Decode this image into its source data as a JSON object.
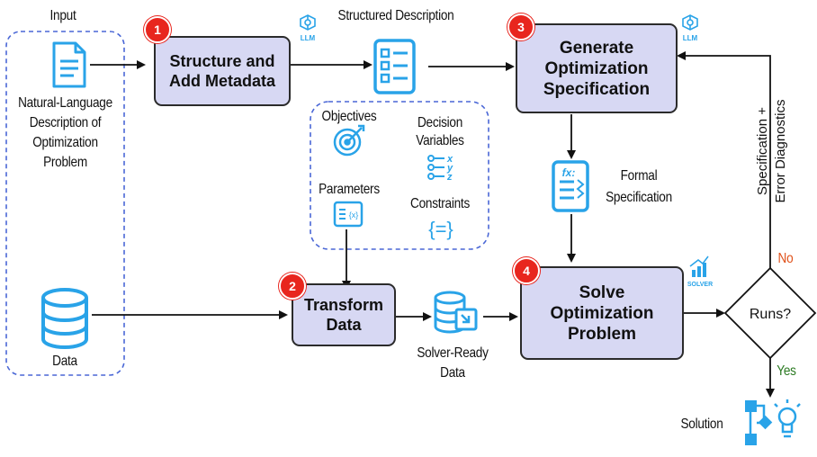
{
  "labels": {
    "input": "Input",
    "nl_description": [
      "Natural-Language",
      "Description of",
      "Optimization",
      "Problem"
    ],
    "data": "Data",
    "structured_description": "Structured Description",
    "objectives": "Objectives",
    "decision_variables": [
      "Decision",
      "Variables"
    ],
    "parameters": "Parameters",
    "constraints": "Constraints",
    "formal_specification": [
      "Formal",
      "Specification"
    ],
    "solver_ready_data": [
      "Solver-Ready",
      "Data"
    ],
    "feedback": [
      "Specification  +",
      "Error Diagnostics"
    ],
    "no": "No",
    "yes": "Yes",
    "solution": "Solution",
    "llm_tag": "LLM",
    "solver_tag": "SOLVER",
    "var_x": "x",
    "var_y": "y",
    "var_z": "z",
    "param_glyph": "{x}",
    "constraint_glyph": "{=}",
    "fx_glyph": "fx:"
  },
  "steps": [
    {
      "number": "1",
      "title": [
        "Structure and",
        "Add Metadata"
      ]
    },
    {
      "number": "2",
      "title": [
        "Transform",
        "Data"
      ]
    },
    {
      "number": "3",
      "title": [
        "Generate",
        "Optimization",
        "Specification"
      ]
    },
    {
      "number": "4",
      "title": [
        "Solve",
        "Optimization",
        "Problem"
      ]
    }
  ],
  "decision": {
    "label": "Runs?"
  },
  "colors": {
    "box_fill": "#d7d8f3",
    "icon_blue": "#29a3e8",
    "badge_red": "#e8261e",
    "dashed_blue": "#4a67d6",
    "yes_green": "#2b7a22",
    "no_orange": "#e0521b"
  }
}
